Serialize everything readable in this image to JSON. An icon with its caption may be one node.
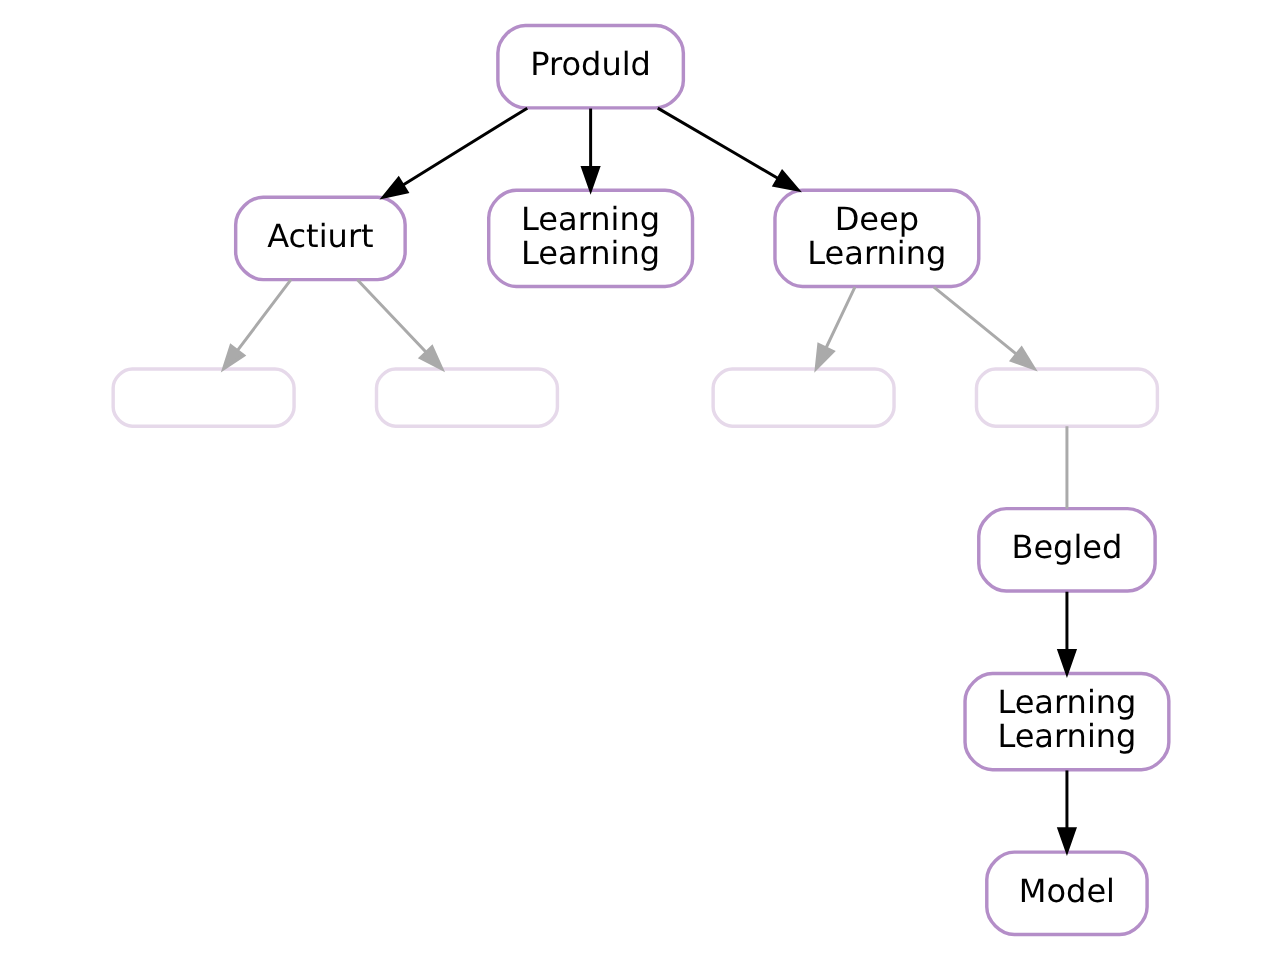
{
  "diagram": {
    "nodes": [
      {
        "text": [
          "Produld"
        ]
      },
      {
        "text": [
          "Actiurt"
        ]
      },
      {
        "text": [
          "Learning Learning"
        ]
      },
      {
        "text": [
          "Deep Learning"
        ]
      },
      {
        "text": [],
        "shape": "box"
      },
      {
        "text": [],
        "shape": "box"
      },
      {
        "text": [],
        "shape": "box"
      },
      {
        "text": [],
        "shape": "box"
      },
      {
        "text": [
          "Begled"
        ]
      },
      {
        "text": [
          "Learning Learning"
        ]
      },
      {
        "text": [
          "Model"
        ]
      }
    ],
    "edges": [
      {
        "from": 0,
        "to": 1,
        "arrow": "to"
      },
      {
        "from": 0,
        "to": 2,
        "arrow": "to"
      },
      {
        "from": 0,
        "to": 3,
        "arrow": "to"
      },
      {
        "from": 1,
        "to": 4,
        "arrow": "to",
        "color": "#aaaaaa"
      },
      {
        "from": 1,
        "to": 5,
        "arrow": "to",
        "color": "#aaaaaa"
      },
      {
        "from": 3,
        "to": 6,
        "arrow": "to",
        "color": "#aaaaaa"
      },
      {
        "from": 3,
        "to": 7,
        "arrow": "to",
        "color": "#aaaaaa"
      },
      {
        "from": 7,
        "to": 8,
        "arrow": "none",
        "color": "#aaaaaa"
      },
      {
        "from": 8,
        "to": 9,
        "arrow": "to"
      },
      {
        "from": 9,
        "to": 10,
        "arrow": "to"
      }
    ]
  }
}
